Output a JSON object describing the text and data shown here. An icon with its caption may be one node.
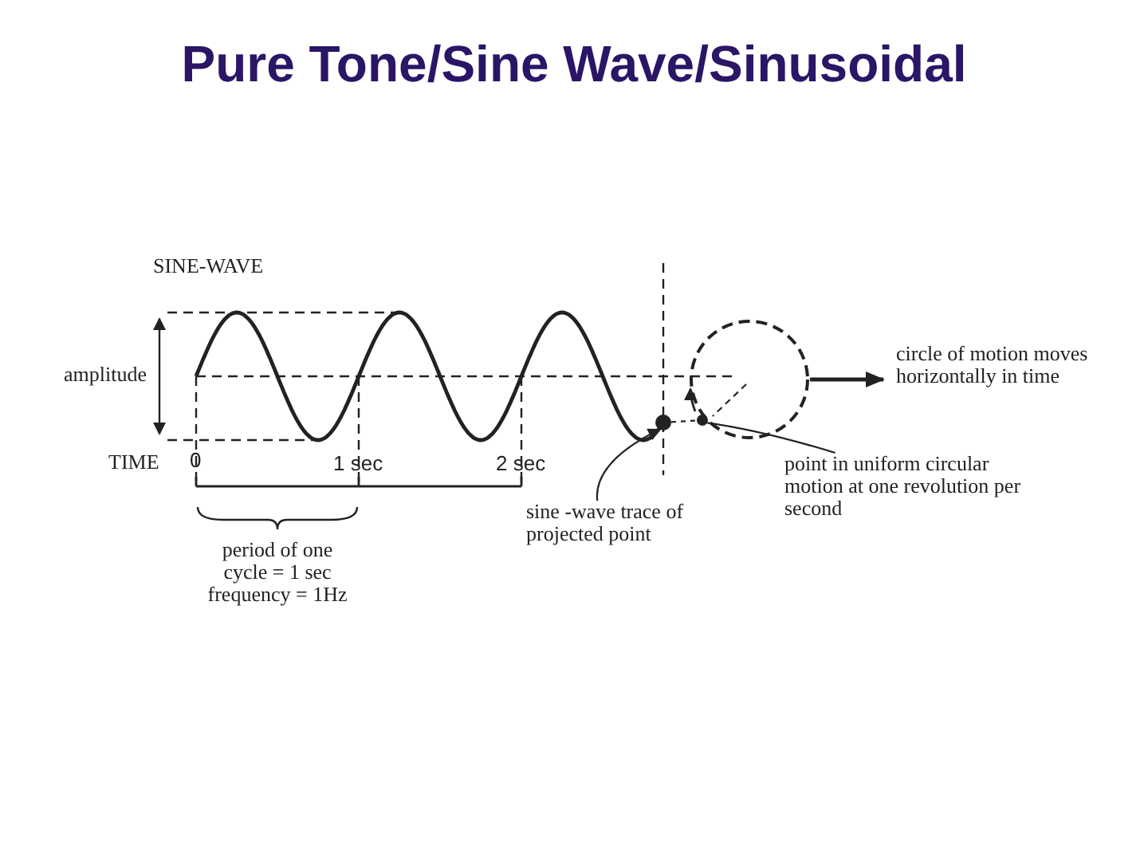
{
  "diagram": {
    "title": "Pure Tone/Sine Wave/Sinusoidal",
    "nodes": [
      {
        "text": [],
        "shape": "circle"
      },
      {
        "text": [
          "circle of motion moves horizontally in time"
        ]
      },
      {
        "text": [],
        "shape": "dot"
      },
      {
        "text": [
          "sine -wave trace of projected point"
        ]
      },
      {
        "text": [],
        "shape": "dot"
      },
      {
        "text": [
          "point in uniform circular motion at one revolution per second"
        ]
      }
    ],
    "edges": [
      {
        "from": 0,
        "to": 1,
        "arrow": "to",
        "style": "thick"
      },
      {
        "from": 3,
        "to": 2,
        "arrow": "to"
      },
      {
        "from": 5,
        "to": 4,
        "arrow": "none"
      },
      {
        "from": 2,
        "to": 4,
        "arrow": "none",
        "style": "dashed"
      }
    ],
    "labels": [
      "SINE-WAVE",
      "amplitude",
      "TIME",
      "0",
      "1 sec",
      "2 sec",
      "period of one cycle = 1 sec frequency = 1Hz"
    ]
  }
}
